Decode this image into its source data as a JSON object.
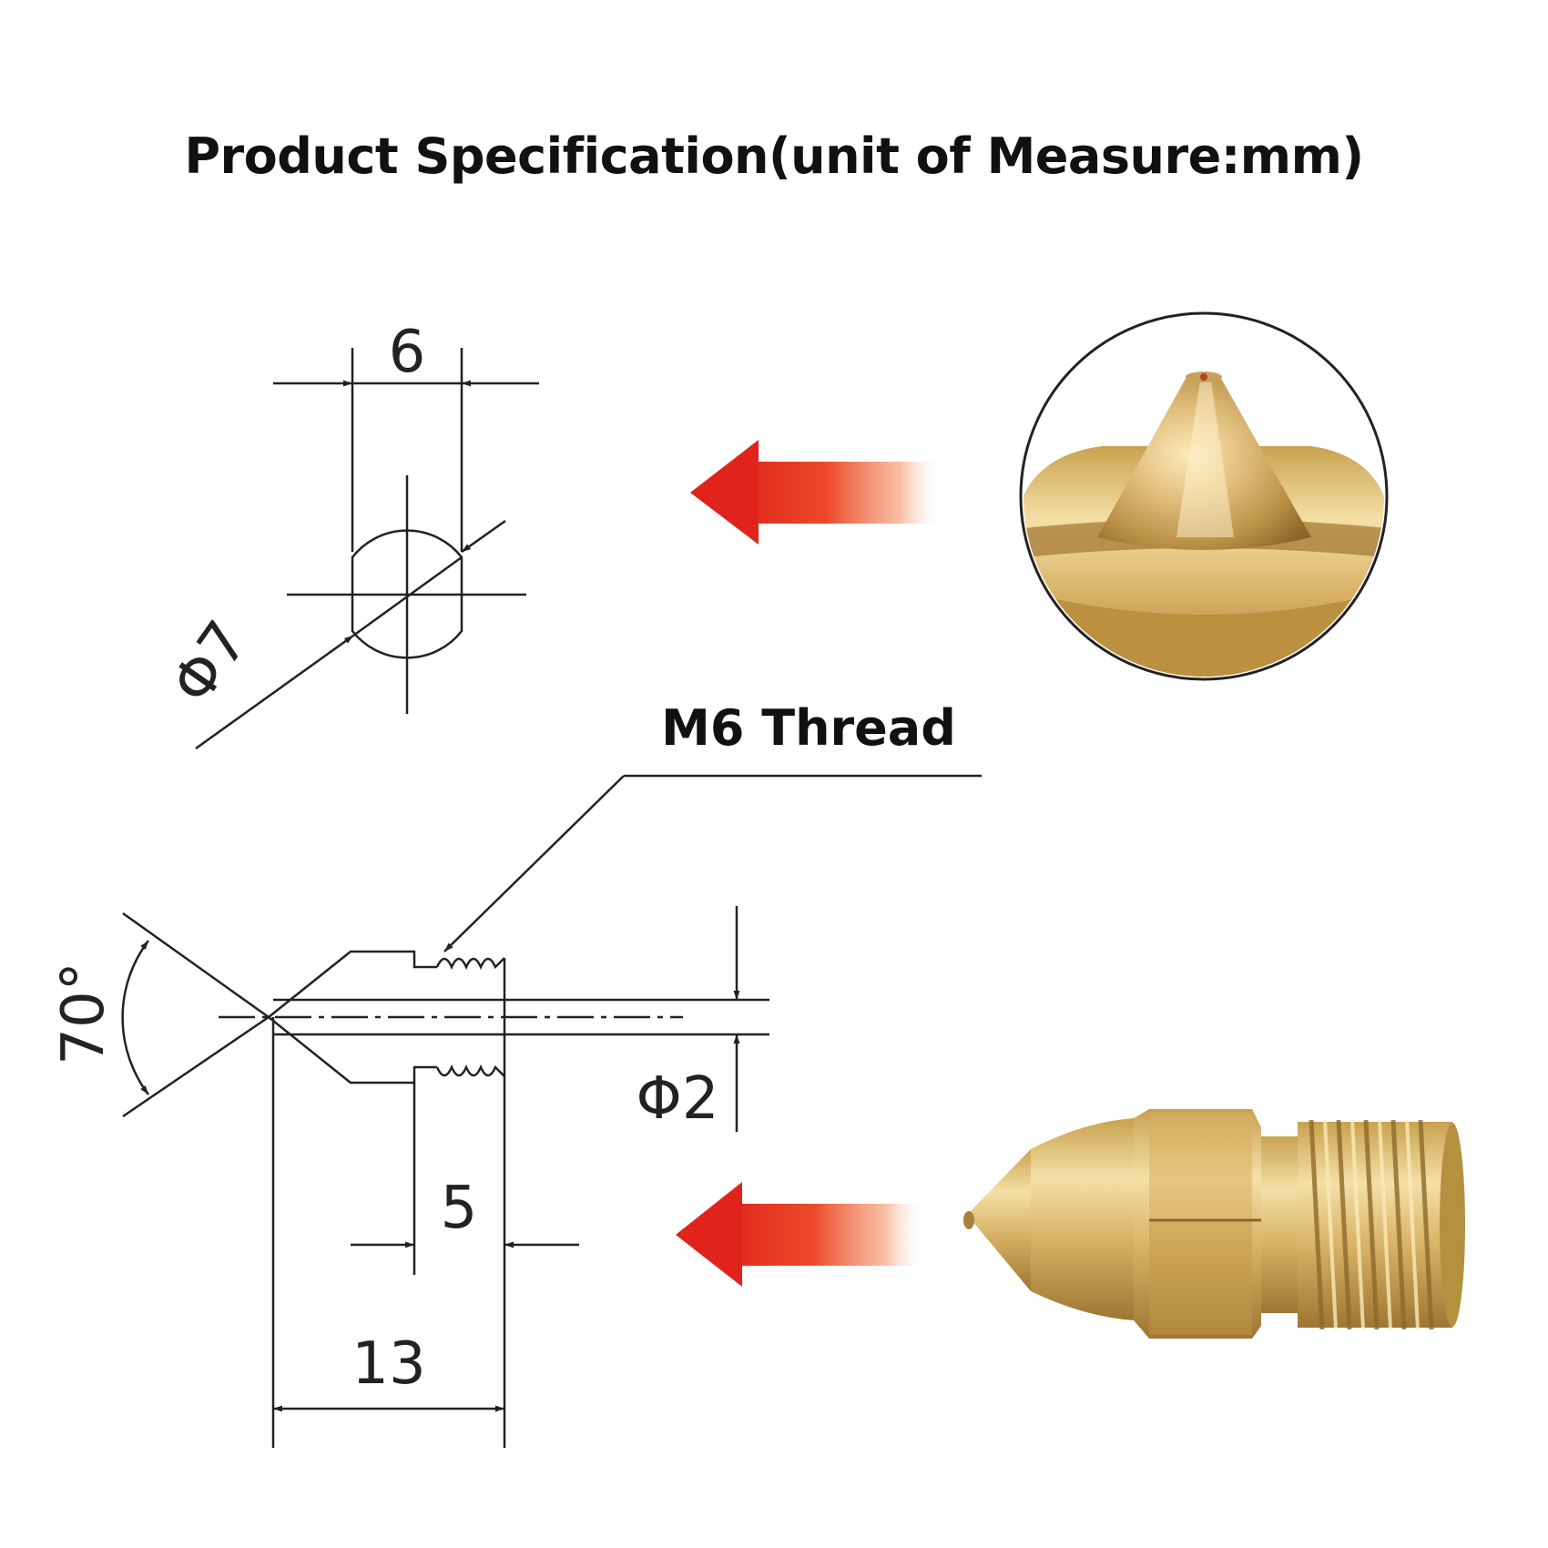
{
  "title": "Product Specification(unit of Measure:mm)",
  "callout": "M6 Thread",
  "dimensions": {
    "flat_width": "6",
    "diameter_outer": "Φ7",
    "angle": "70°",
    "diameter_bore": "Φ2",
    "thread_length": "5",
    "total_length": "13"
  },
  "colors": {
    "arrow": "#e8321e",
    "brass": "#d9b56a",
    "line": "#222222"
  }
}
